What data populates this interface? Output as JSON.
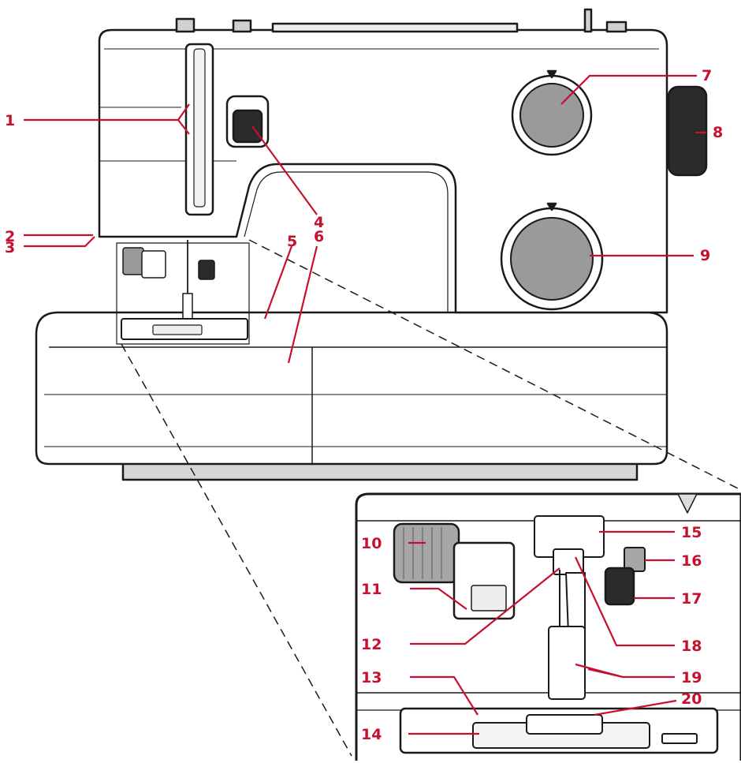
{
  "diagram": {
    "accent_color": "#c8102e",
    "outline_color": "#1a1a1a",
    "dial_color": "#9a9a9a",
    "dark_part_color": "#2b2b2b"
  },
  "callouts": {
    "c1": "1",
    "c2": "2",
    "c3": "3",
    "c4": "4",
    "c5": "5",
    "c6": "6",
    "c7": "7",
    "c8": "8",
    "c9": "9",
    "c10": "10",
    "c11": "11",
    "c12": "12",
    "c13": "13",
    "c14": "14",
    "c15": "15",
    "c16": "16",
    "c17": "17",
    "c18": "18",
    "c19": "19",
    "c20": "20"
  }
}
